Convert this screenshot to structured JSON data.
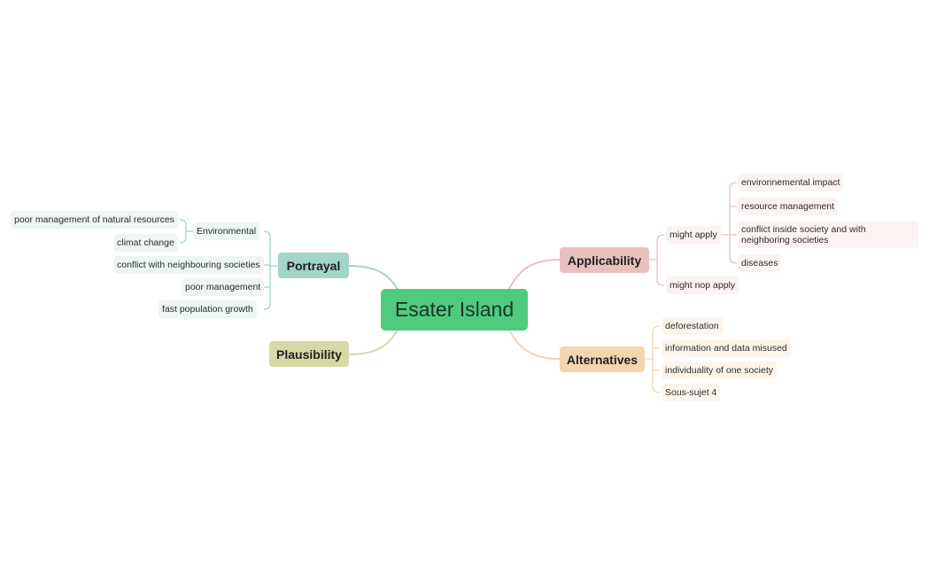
{
  "map": {
    "central": "Esater Island",
    "portrayal": {
      "label": "Portrayal",
      "environmental": "Environmental",
      "natural_resources": "poor management of natural resources",
      "climat_change": "climat change",
      "conflict": "conflict with neighbouring societies",
      "poor_management": "poor management",
      "population_growth": "fast  population growth"
    },
    "plausibility": {
      "label": "Plausibility"
    },
    "applicability": {
      "label": "Applicability",
      "might_apply": "might apply",
      "env_impact": "environnemental impact",
      "resource_mgmt": "resource management",
      "conflict_inside": "conflict inside society and with neighboring societies",
      "diseases": "diseases",
      "might_not_apply": "might nop apply"
    },
    "alternatives": {
      "label": "Alternatives",
      "deforestation": "deforestation",
      "info_misused": "information and data misused",
      "individuality": "individuality of one society",
      "sous_sujet": "Sous-sujet 4"
    }
  },
  "colors": {
    "central": "#4ecb7f",
    "portrayal": "#a4d3c8",
    "plausibility": "#d4d9a6",
    "applicability": "#e8c1bf",
    "alternatives": "#f4d5b0"
  }
}
